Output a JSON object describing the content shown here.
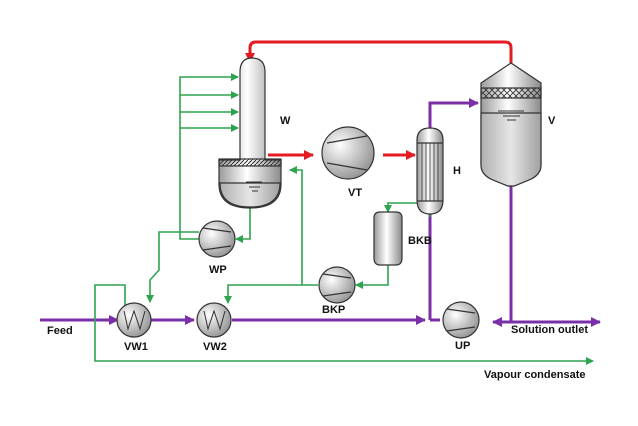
{
  "colors": {
    "red": "#e31b23",
    "green": "#2ea44f",
    "purple": "#7a2fa8",
    "equipment_stroke": "#333333"
  },
  "labels": {
    "W": "W",
    "V": "V",
    "VT": "VT",
    "H": "H",
    "BKB": "BKB",
    "WP": "WP",
    "BKP": "BKP",
    "VW1": "VW1",
    "VW2": "VW2",
    "UP": "UP",
    "feed": "Feed",
    "solution_outlet": "Solution outlet",
    "vapour_condensate": "Vapour condensate"
  }
}
